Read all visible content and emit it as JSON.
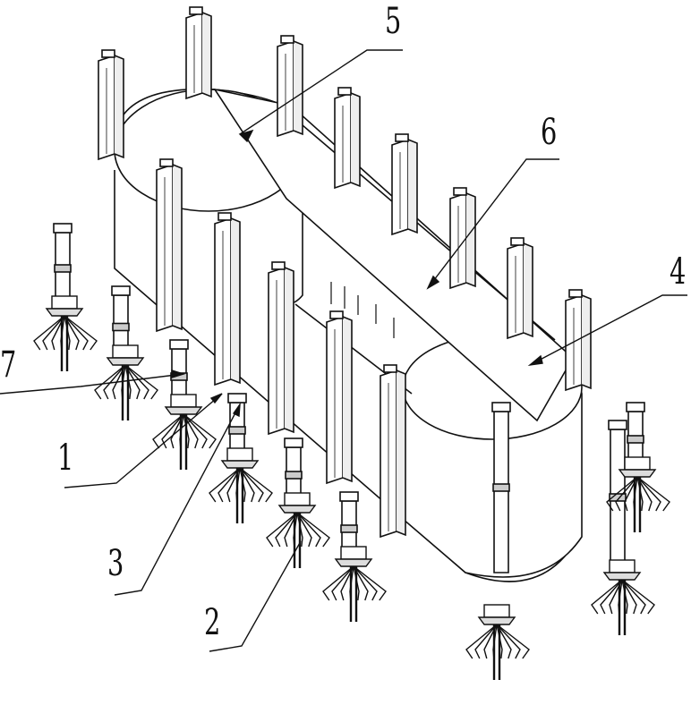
{
  "callouts": {
    "c1": "1",
    "c2": "2",
    "c3": "3",
    "c4": "4",
    "c5": "5",
    "c6": "6",
    "c7": "7"
  },
  "colors": {
    "line": "#111111",
    "shade": "#b5b5b5",
    "paper": "#ffffff"
  }
}
